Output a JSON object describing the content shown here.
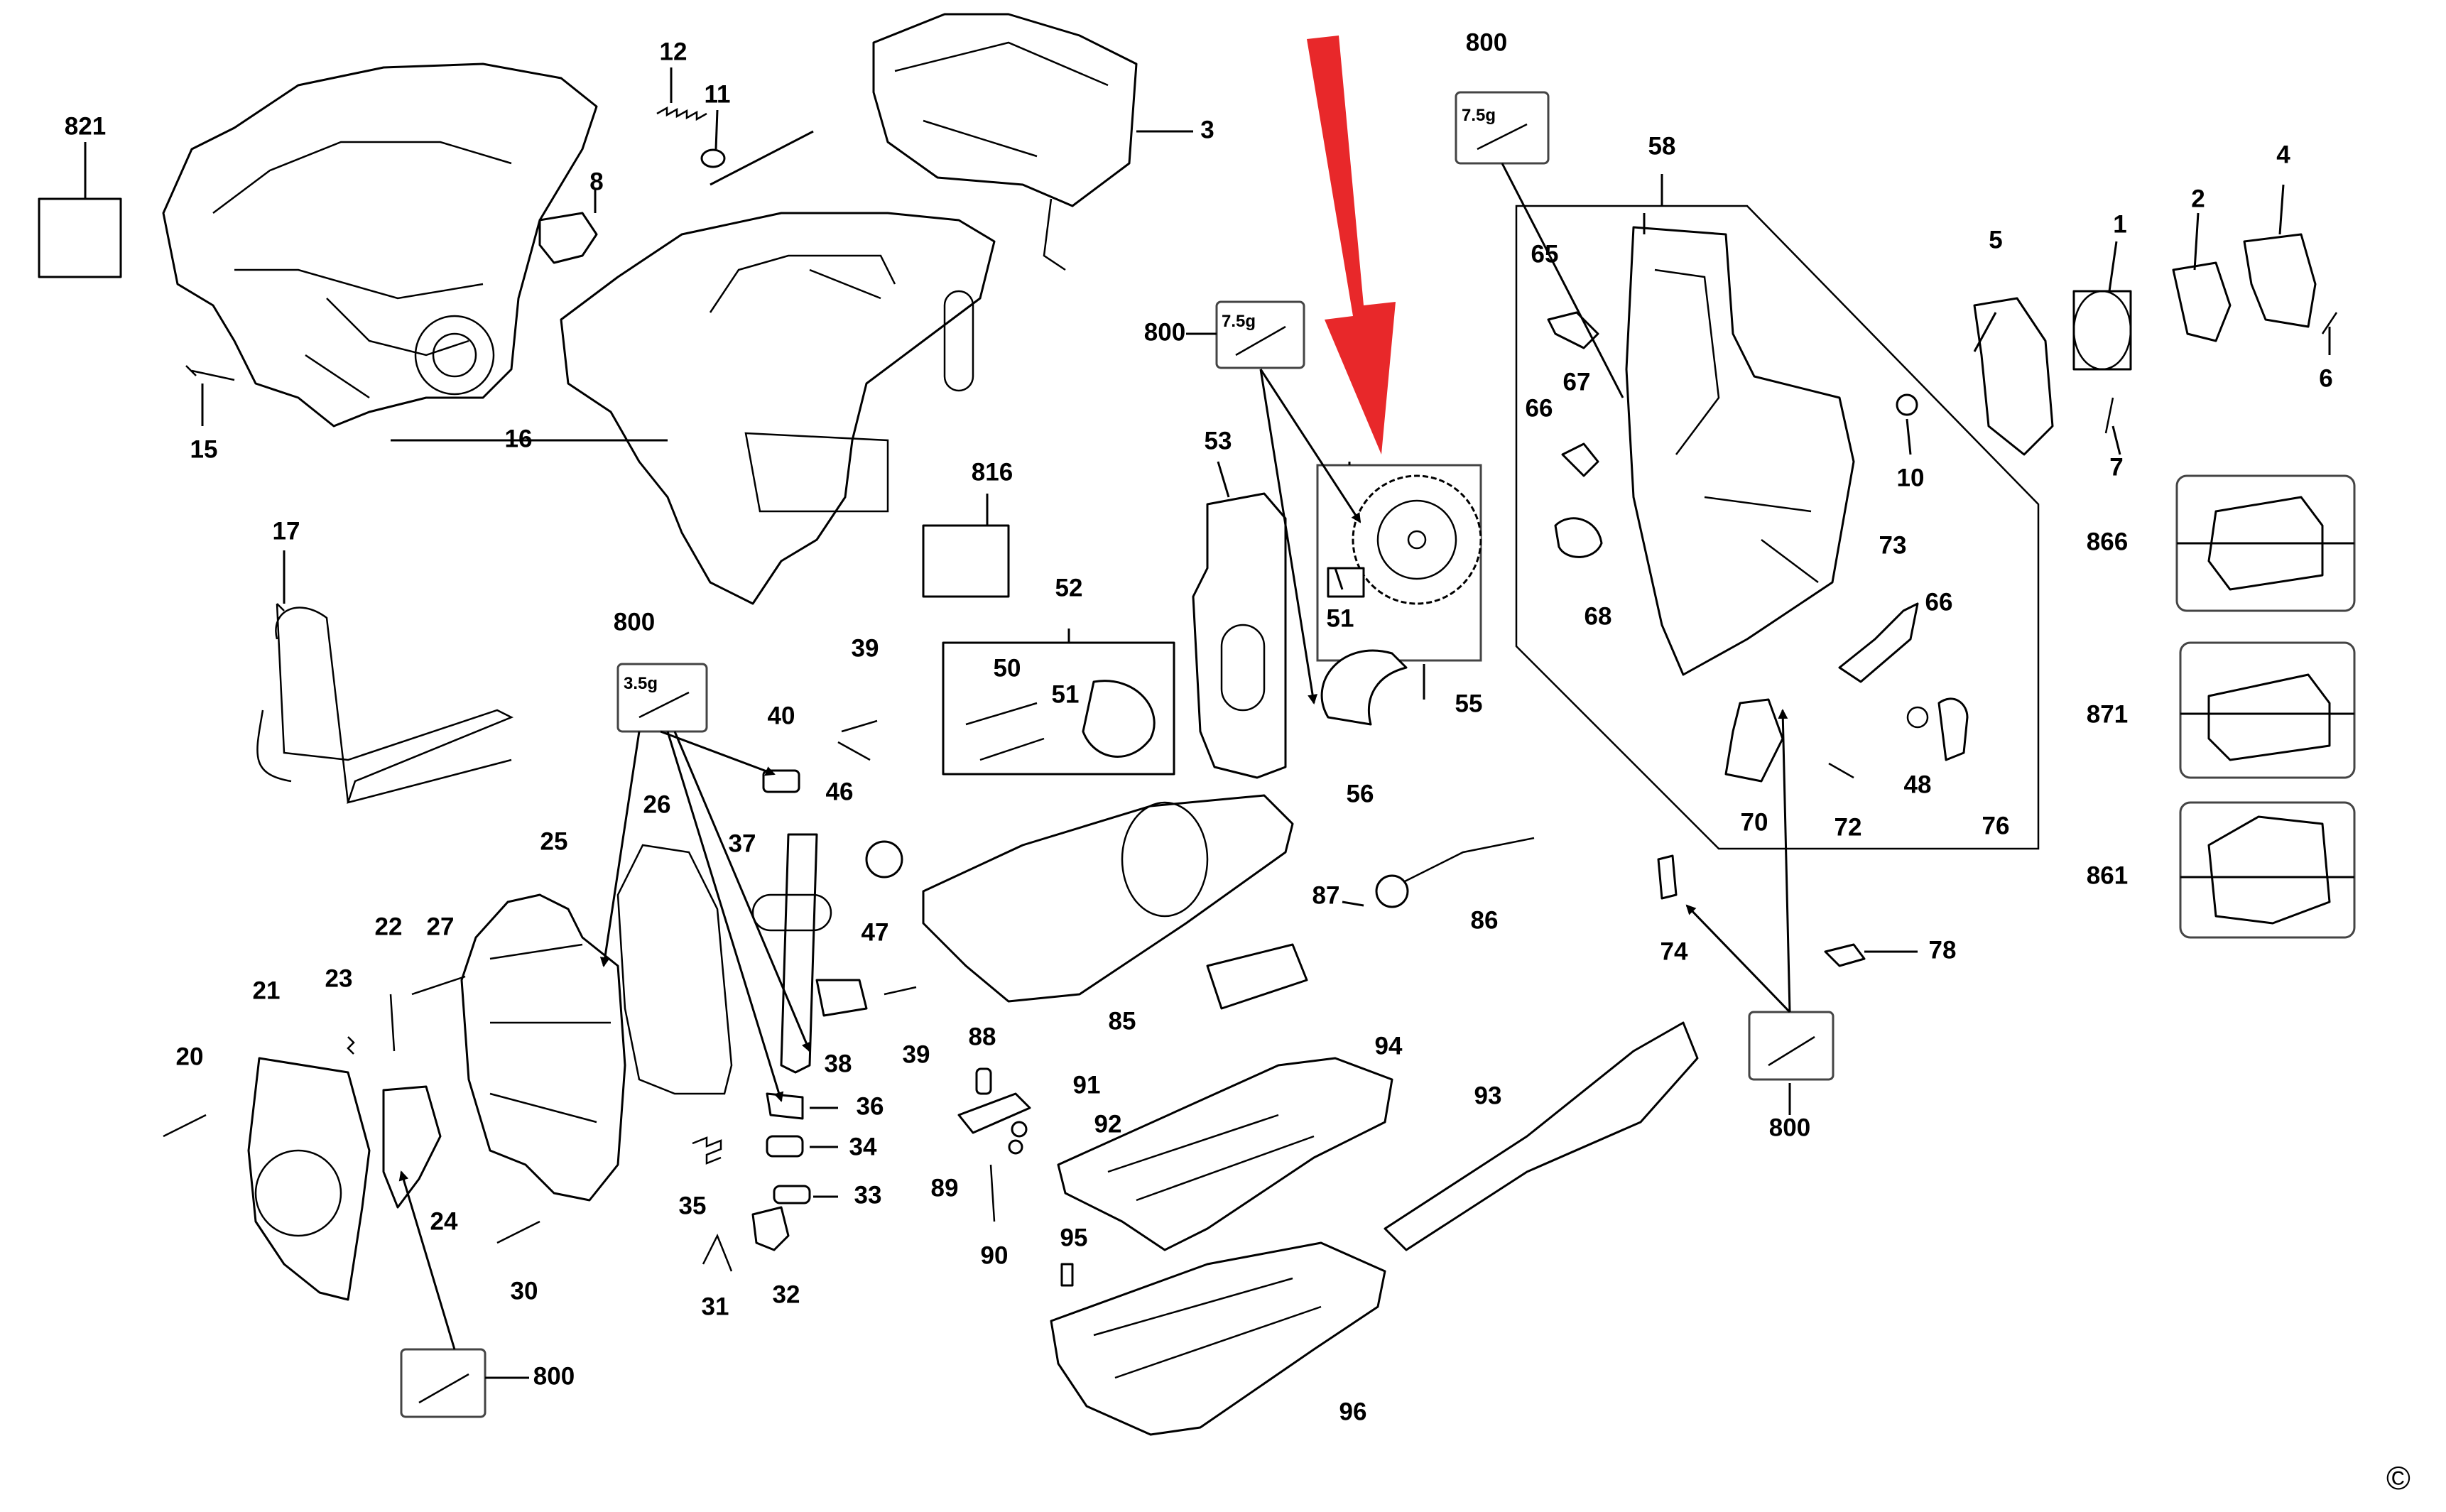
{
  "diagram": {
    "part_numbers": [
      "1",
      "2",
      "3",
      "4",
      "5",
      "6",
      "7",
      "8",
      "10",
      "11",
      "12",
      "15",
      "16",
      "17",
      "20",
      "21",
      "22",
      "23",
      "24",
      "25",
      "26",
      "27",
      "30",
      "31",
      "32",
      "33",
      "34",
      "35",
      "36",
      "37",
      "38",
      "39",
      "39",
      "40",
      "46",
      "47",
      "48",
      "50",
      "51",
      "51",
      "52",
      "53",
      "55",
      "56",
      "58",
      "65",
      "66",
      "66",
      "67",
      "68",
      "70",
      "72",
      "73",
      "74",
      "76",
      "78",
      "85",
      "86",
      "87",
      "88",
      "89",
      "90",
      "91",
      "92",
      "93",
      "94",
      "95",
      "96",
      "800",
      "800",
      "800",
      "800",
      "800",
      "816",
      "821",
      "861",
      "866",
      "871"
    ],
    "grease_labels": [
      "7.5g",
      "7.5g",
      "3.5g"
    ],
    "copyright_symbol": "©",
    "pointer_color": "#e8282a"
  }
}
